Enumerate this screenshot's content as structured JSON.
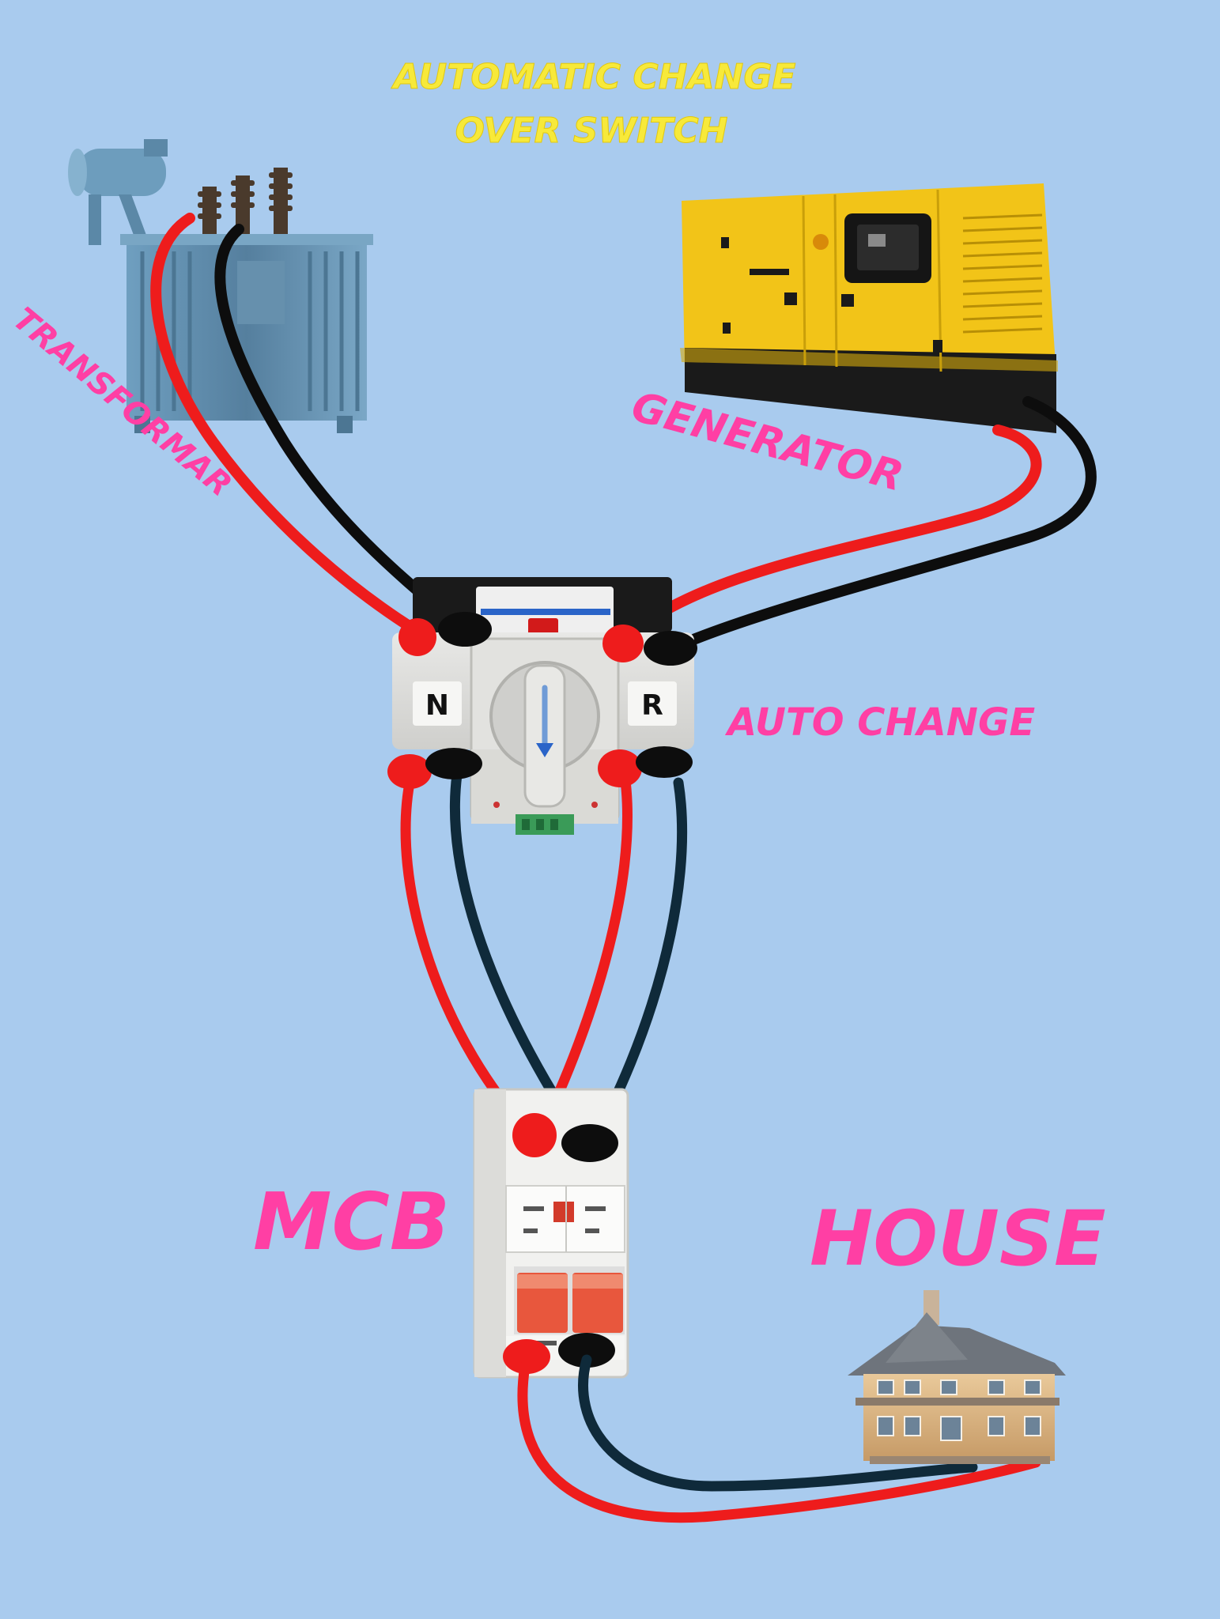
{
  "title": [
    "AUTOMATIC CHANGE",
    "OVER SWITCH"
  ],
  "labels": {
    "transformer": "TRANSFORMAR",
    "generator": "GENERATOR",
    "auto_change": "AUTO CHANGE",
    "mcb": "MCB",
    "house": "HOUSE"
  },
  "switch": {
    "left_terminal": "N",
    "right_terminal": "R"
  },
  "colors": {
    "background": "#a9cbee",
    "title_yellow": "#f7e93a",
    "label_pink": "#ff3fa4",
    "live_wire": "#ee1c1c",
    "neutral_wire": "#0d0d0d",
    "load_neutral_wire": "#0f2a3a",
    "generator_body": "#f2c418",
    "transformer_body": "#5e8fb0"
  },
  "icons": [
    "transformer-icon",
    "generator-icon",
    "changeover-switch-icon",
    "mcb-icon",
    "house-icon"
  ]
}
